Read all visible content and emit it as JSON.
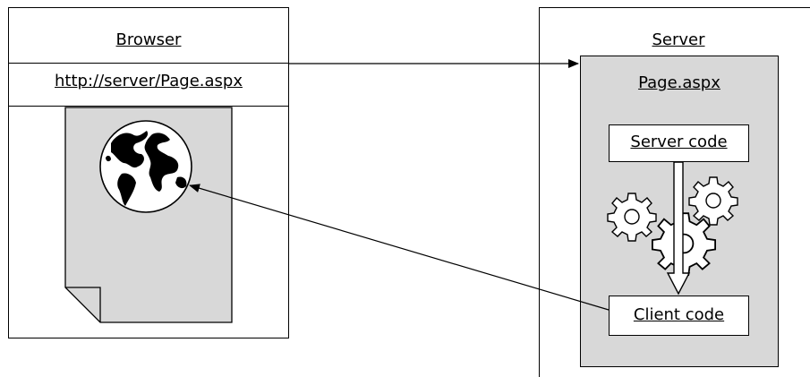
{
  "browser": {
    "title": "Browser",
    "url": "http://server/Page.aspx"
  },
  "server": {
    "title": "Server",
    "page": {
      "title": "Page.aspx"
    },
    "server_code": "Server code",
    "client_code": "Client code"
  },
  "icons": [
    "globe-icon",
    "gear-icon",
    "document-icon"
  ],
  "colors": {
    "page_fill": "#d8d8d8",
    "line": "#000000",
    "background": "#ffffff"
  }
}
